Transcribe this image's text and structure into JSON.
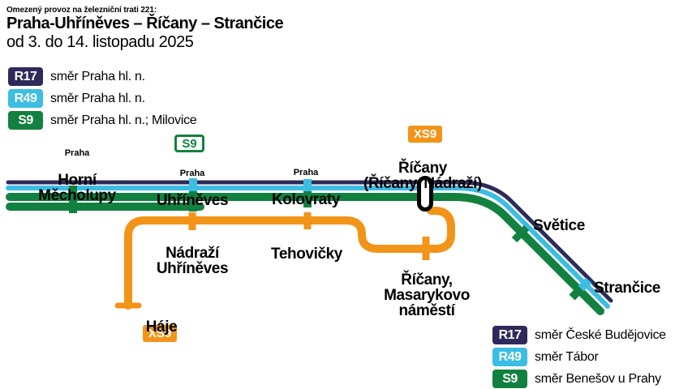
{
  "colors": {
    "navy": "#2e2a5a",
    "cyan": "#3cbde4",
    "green": "#128140",
    "orange": "#f29418",
    "text": "#000000",
    "background": "#ffffff"
  },
  "header": {
    "kicker": "Omezený provoz na železniční trati 221:",
    "title": "Praha-Uhříněves – Říčany – Strančice",
    "subtitle": "od 3. do 14. listopadu 2025"
  },
  "legend_top": {
    "items": [
      {
        "line": "R17",
        "label": "směr Praha hl. n."
      },
      {
        "line": "R49",
        "label": "směr Praha hl. n."
      },
      {
        "line": "S9",
        "label": "směr Praha hl. n.; Milovice"
      }
    ]
  },
  "legend_bottom": {
    "items": [
      {
        "line": "R17",
        "label": "směr České Budějovice"
      },
      {
        "line": "R49",
        "label": "směr Tábor"
      },
      {
        "line": "S9",
        "label": "směr Benešov u Prahy"
      }
    ]
  },
  "diagram": {
    "badges": {
      "s9_terminus": "S9",
      "xs9_ricany": "XS9",
      "xs9_haje": "XS9"
    },
    "stations": {
      "horni_mecholupy": {
        "prefix": "Praha",
        "name": "Horní\nMěcholupy"
      },
      "uhrineves": {
        "prefix": "Praha",
        "name": "Uhříněves"
      },
      "kolovraty": {
        "prefix": "Praha",
        "name": "Kolovraty"
      },
      "ricany": {
        "name": "Říčany\n(Říčany, Nádraží)"
      },
      "svetice": {
        "name": "Světice"
      },
      "strancice": {
        "name": "Strančice"
      },
      "nadrazi_uhrineves": {
        "name": "Nádraží\nUhříněves"
      },
      "tehovicky": {
        "name": "Tehovičky"
      },
      "masarykovo_namesti": {
        "name": "Říčany,\nMasarykovo\nnáměstí"
      },
      "haje": {
        "name": "Háje"
      }
    }
  }
}
